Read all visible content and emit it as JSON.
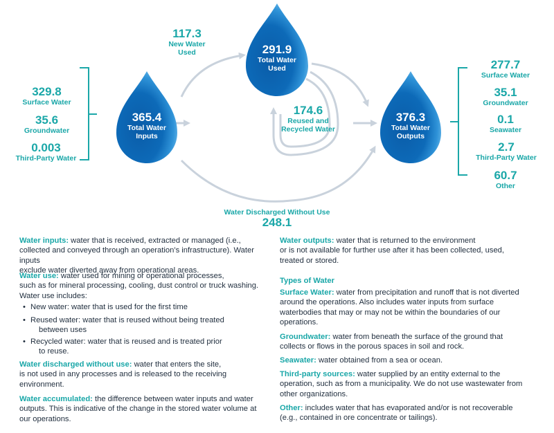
{
  "colors": {
    "teal": "#1aa7a8",
    "drop_dark": "#0a5ca8",
    "drop_light": "#3aa0e0",
    "arrow": "#c9d2dc",
    "text": "#1f2d3d"
  },
  "inputs": {
    "items": [
      {
        "value": "329.8",
        "label": "Surface Water"
      },
      {
        "value": "35.6",
        "label": "Groundwater"
      },
      {
        "value": "0.003",
        "label": "Third-Party Water"
      }
    ]
  },
  "drops": {
    "inputs": {
      "value": "365.4",
      "line1": "Total Water",
      "line2": "Inputs"
    },
    "used": {
      "value": "291.9",
      "line1": "Total Water",
      "line2": "Used"
    },
    "outputs": {
      "value": "376.3",
      "line1": "Total Water",
      "line2": "Outputs"
    }
  },
  "new_water": {
    "value": "117.3",
    "line1": "New Water",
    "line2": "Used"
  },
  "reused": {
    "value": "174.6",
    "line1": "Reused and",
    "line2": "Recycled Water"
  },
  "discharged": {
    "label": "Water Discharged Without Use",
    "value": "248.1"
  },
  "outputs": {
    "items": [
      {
        "value": "277.7",
        "label": "Surface Water"
      },
      {
        "value": "35.1",
        "label": "Groundwater"
      },
      {
        "value": "0.1",
        "label": "Seawater"
      },
      {
        "value": "2.7",
        "label": "Third-Party Water"
      },
      {
        "value": "60.7",
        "label": "Other"
      }
    ]
  },
  "definitions_left": {
    "inputs": {
      "key": "Water inputs:",
      "lines": [
        "water that is received, extracted or managed (i.e.,",
        "collected and conveyed through an operation’s infrastructure). Water inputs",
        "exclude water diverted away from operational areas."
      ]
    },
    "use": {
      "key": "Water use:",
      "lines": [
        "water used for mining or operational processes,",
        "such as for mineral processing, cooling, dust control or truck washing.",
        "Water use includes:"
      ]
    },
    "bullets": [
      {
        "lines": [
          "New water: water that is used for the first time"
        ]
      },
      {
        "lines": [
          "Reused water: water that is reused without being treated",
          "between uses"
        ]
      },
      {
        "lines": [
          "Recycled water: water that is reused and is treated prior",
          "to reuse."
        ]
      }
    ],
    "discharged": {
      "key": "Water discharged without use:",
      "lines": [
        "water that enters the site,",
        "is not used in any processes and is released to the receiving",
        "environment."
      ]
    },
    "accumulated": {
      "key": "Water accumulated:",
      "lines": [
        "the difference between water inputs and water",
        "outputs. This is indicative of the change in the stored water volume at",
        "our operations."
      ]
    }
  },
  "definitions_right": {
    "outputs": {
      "key": "Water outputs:",
      "lines": [
        "water that is returned to the environment",
        "or is not available for further use after it has been collected, used,",
        "treated or stored."
      ]
    },
    "types_heading": "Types of Water",
    "surface": {
      "key": "Surface Water:",
      "lines": [
        "water from precipitation and runoff that is not diverted",
        "around the operations. Also includes water inputs from surface",
        "waterbodies that may or may not be within the boundaries of our",
        "operations."
      ]
    },
    "groundwater": {
      "key": "Groundwater:",
      "lines": [
        "water from beneath the surface of the ground that",
        "collects or flows in the porous spaces in soil and rock."
      ]
    },
    "seawater": {
      "key": "Seawater:",
      "lines": [
        "water obtained from a sea or ocean."
      ]
    },
    "thirdparty": {
      "key": "Third-party sources:",
      "lines": [
        "water supplied by an entity external to the",
        "operation, such as from a municipality. We do not use wastewater from",
        "other organizations."
      ]
    },
    "other": {
      "key": "Other:",
      "lines": [
        "includes water that has evaporated and/or is not recoverable",
        "(e.g., contained in ore concentrate or tailings)."
      ]
    }
  }
}
